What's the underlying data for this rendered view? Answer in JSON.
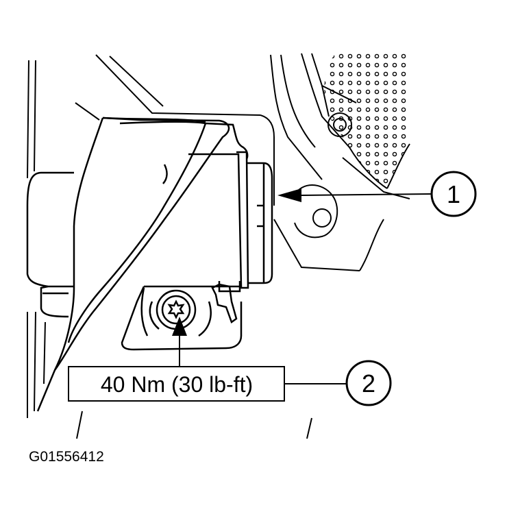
{
  "callouts": [
    {
      "number": "1"
    },
    {
      "number": "2"
    }
  ],
  "torque_spec": "40 Nm (30 lb-ft)",
  "figure_id": "G01556412",
  "colors": {
    "line": "#000000",
    "background": "#ffffff"
  }
}
